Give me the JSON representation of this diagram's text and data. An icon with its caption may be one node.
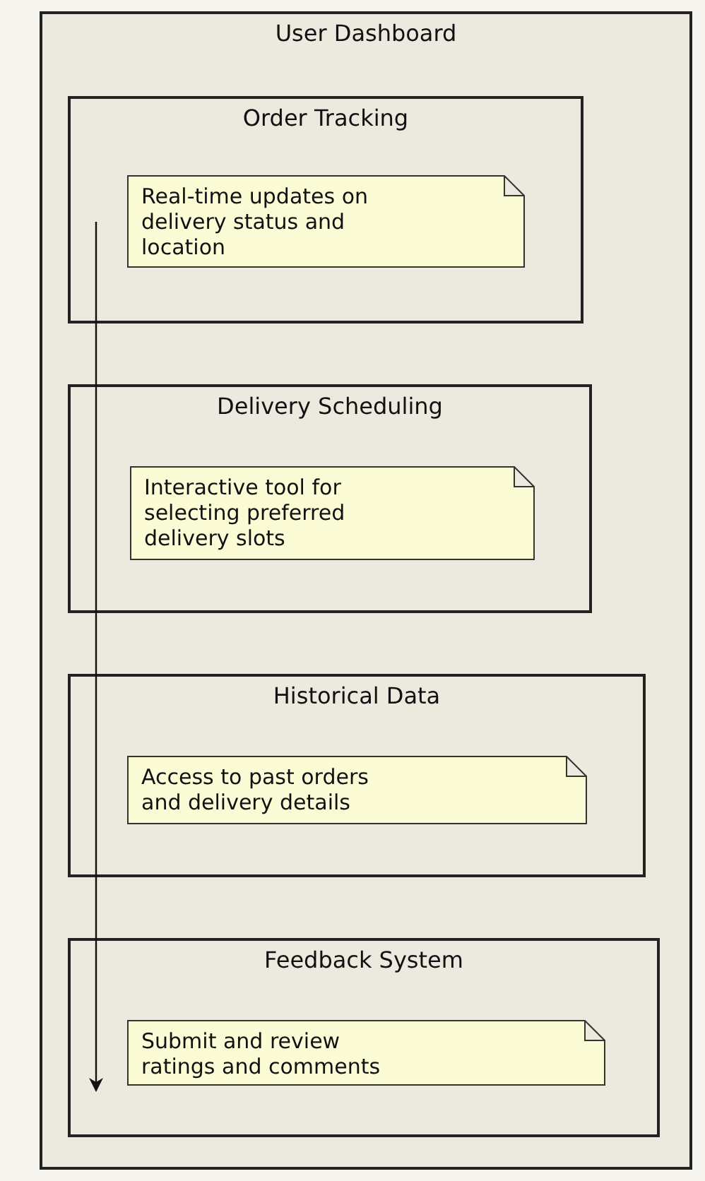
{
  "diagram": {
    "nodes": [
      {
        "text": [
          "User Dashboard"
        ]
      },
      {
        "text": [
          "Order Tracking"
        ],
        "in": 0
      },
      {
        "text": [
          "Real-time updates on delivery status and location"
        ],
        "in": 1
      },
      {
        "text": [
          "Delivery Scheduling"
        ],
        "in": 0
      },
      {
        "text": [
          "Interactive tool for selecting preferred delivery slots"
        ],
        "in": 3
      },
      {
        "text": [
          "Historical Data"
        ],
        "in": 0
      },
      {
        "text": [
          "Access to past orders and delivery details"
        ],
        "in": 5
      },
      {
        "text": [
          "Feedback System"
        ],
        "in": 0
      },
      {
        "text": [
          "Submit and review ratings and comments"
        ],
        "in": 7
      }
    ],
    "edges": [
      {
        "from": 2,
        "to": 8,
        "arrow": "to"
      }
    ]
  }
}
